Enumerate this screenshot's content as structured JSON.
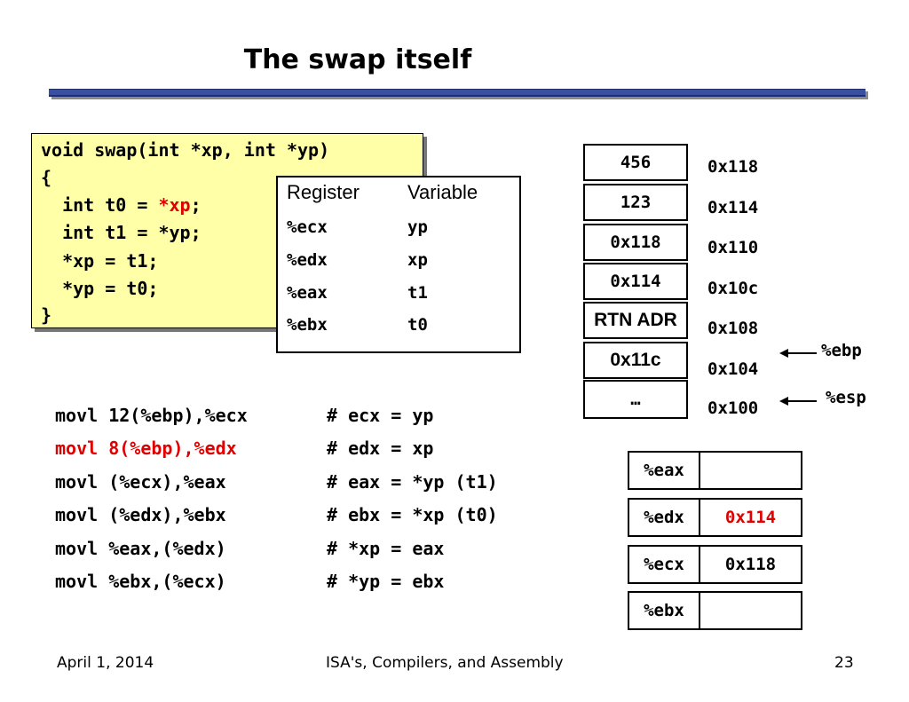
{
  "slide": {
    "title": "The swap itself",
    "footer": {
      "date": "April 1, 2014",
      "course": "ISA's, Compilers, and Assembly",
      "page": "23"
    }
  },
  "code": {
    "signature": "void swap(int *xp, int *yp)",
    "open_brace": "{",
    "line1_prefix": "  int t0 = ",
    "line1_highlight": "*xp",
    "line1_suffix": ";",
    "line2": "  int t1 = *yp;",
    "line3": "  *xp = t1;",
    "line4": "  *yp = t0;",
    "close_brace": "}"
  },
  "register_table": {
    "headers": [
      "Register",
      "Variable"
    ],
    "rows": [
      {
        "register": "%ecx",
        "variable": "yp"
      },
      {
        "register": "%edx",
        "variable": "xp"
      },
      {
        "register": "%eax",
        "variable": "t1"
      },
      {
        "register": "%ebx",
        "variable": "t0"
      }
    ]
  },
  "stack": {
    "cells": [
      "456",
      "123",
      "0x118",
      "0x114",
      "RTN ADR",
      "0x11c",
      "…"
    ],
    "addresses": [
      "0x118",
      "0x114",
      "0x110",
      "0x10c",
      "0x108",
      "0x104",
      "0x100"
    ],
    "pointers": {
      "ebp": "%ebp",
      "esp": "%esp"
    }
  },
  "assembly": [
    {
      "instr": "movl 12(%ebp),%ecx",
      "comment": "# ecx = yp",
      "highlight": false
    },
    {
      "instr": "movl 8(%ebp),%edx",
      "comment": "# edx = xp",
      "highlight": true
    },
    {
      "instr": "movl (%ecx),%eax",
      "comment": "# eax = *yp (t1)",
      "highlight": false
    },
    {
      "instr": "movl (%edx),%ebx",
      "comment": "# ebx = *xp (t0)",
      "highlight": false
    },
    {
      "instr": "movl %eax,(%edx)",
      "comment": "# *xp = eax",
      "highlight": false
    },
    {
      "instr": "movl %ebx,(%ecx)",
      "comment": "# *yp = ebx",
      "highlight": false
    }
  ],
  "registers": [
    {
      "name": "%eax",
      "value": "",
      "highlight": false
    },
    {
      "name": "%edx",
      "value": "0x114",
      "highlight": true
    },
    {
      "name": "%ecx",
      "value": "0x118",
      "highlight": false
    },
    {
      "name": "%ebx",
      "value": "",
      "highlight": false
    }
  ],
  "colors": {
    "highlight": "#e00000",
    "code_box": "#ffffa8",
    "title_rule": "#3a4fa0"
  }
}
